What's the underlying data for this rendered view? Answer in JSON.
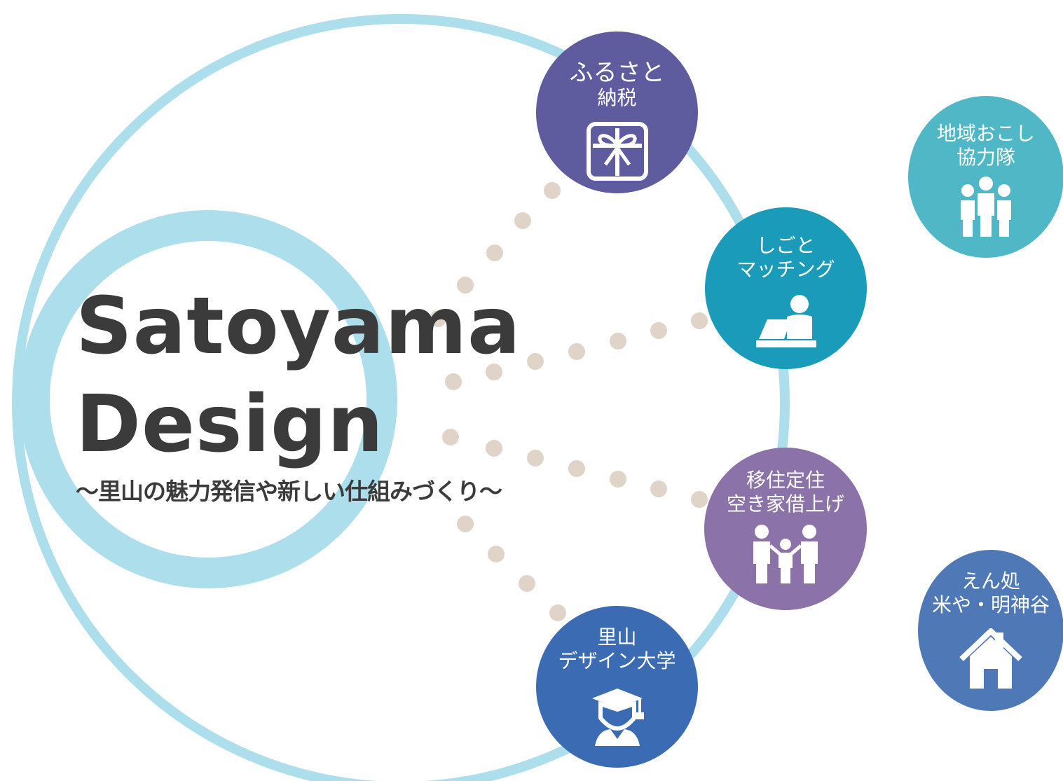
{
  "title": {
    "line1": "Satoyama",
    "line2": "Design",
    "subtitle": "〜里山の魅力発信や新しい仕組みづくり〜"
  },
  "colors": {
    "ring": "#acdeeb",
    "dot": "#e0d3c8",
    "text": "#3b3b3b"
  },
  "nodes": {
    "furusato": {
      "line1": "ふるさと",
      "line2": "納税",
      "icon": "gift-box-icon",
      "color": "#5e5c9f"
    },
    "shigoto": {
      "line1": "しごと",
      "line2": "マッチング",
      "icon": "person-at-laptop-icon",
      "color": "#1a9bb9"
    },
    "ijuu": {
      "line1": "移住定住",
      "line2": "空き家借上げ",
      "icon": "family-icon",
      "color": "#8b72a8"
    },
    "university": {
      "line1": "里山",
      "line2": "デザイン大学",
      "icon": "graduate-icon",
      "color": "#3b6cb3"
    },
    "chiiki": {
      "line1": "地域おこし",
      "line2": "協力隊",
      "icon": "group-people-icon",
      "color": "#4fb7c6"
    },
    "enjo": {
      "line1": "えん処",
      "line2": "米や・明神谷",
      "icon": "house-icon",
      "color": "#4f79b6"
    }
  }
}
